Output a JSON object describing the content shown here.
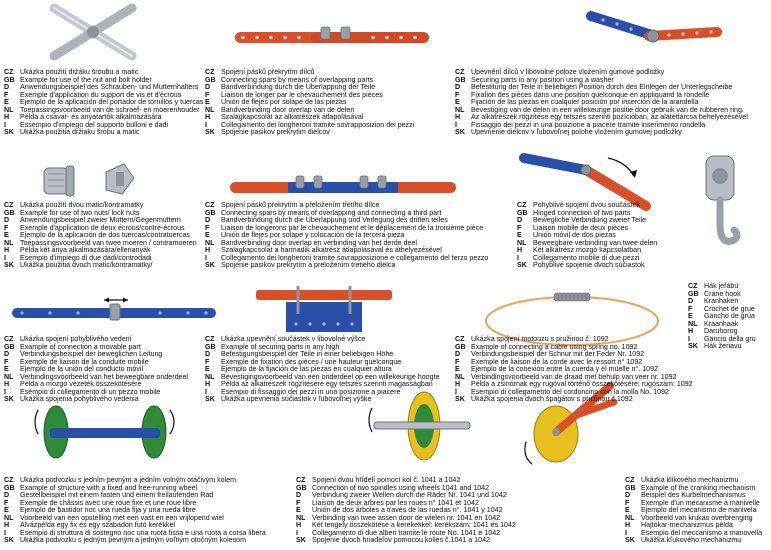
{
  "colors": {
    "red": "#d8502a",
    "blue": "#2a4fa8",
    "silver": "#b8bcc2",
    "yellow": "#e8c020",
    "green": "#2e8b3a",
    "orange": "#f0a060"
  },
  "captions": [
    {
      "rows": [
        {
          "code": "CZ",
          "text": "Ukázka použití držáku šroubu a matic"
        },
        {
          "code": "GB",
          "text": "Example for use of the nut and bolt holder"
        },
        {
          "code": "D",
          "text": "Anwendungsbeispiel des Schrauben- und Mutternhalters"
        },
        {
          "code": "F",
          "text": "Exemple d'application du support de vis et d'écrous"
        },
        {
          "code": "E",
          "text": "Ejemplo de la aplicación del portador de tornillos y tuercas"
        },
        {
          "code": "NL",
          "text": "Toepassingsvoorbeeld van de schroef- en moerenhouder"
        },
        {
          "code": "H",
          "text": "Példa a csavar- és anyatartók alkalmazására"
        },
        {
          "code": "I",
          "text": "Essempio d'impiego del supporto bulloni e dadi"
        },
        {
          "code": "SK",
          "text": "Ukážka použitia držiaku šrobu a matic"
        }
      ]
    },
    {
      "rows": [
        {
          "code": "CZ",
          "text": "Spojení pásků překrytím dílců"
        },
        {
          "code": "GB",
          "text": "Connecting spars by means of overlapping parts"
        },
        {
          "code": "D",
          "text": "Bandverbindung durch die Überlappung der Teile"
        },
        {
          "code": "F",
          "text": "Liaison de longer par le chevauchement des pièces"
        },
        {
          "code": "E",
          "text": "Unión de flejes por solape de las piezas"
        },
        {
          "code": "NL",
          "text": "Bandverbinding door overlap van de delen"
        },
        {
          "code": "H",
          "text": "Szalagkapcsolat az alkatrészek átlapolásával"
        },
        {
          "code": "I",
          "text": "Collegamento dei longheroni tramite sovrapposizion dei pezzi"
        },
        {
          "code": "SK",
          "text": "Spojenie pasikov prekrytim dielcov"
        }
      ]
    },
    {
      "rows": [
        {
          "code": "CZ",
          "text": "Upevnění dílců v libovolné poloze vložením gumové podložky"
        },
        {
          "code": "GB",
          "text": "Securing parts in any position using a washer"
        },
        {
          "code": "D",
          "text": "Befestitung der Teile in beliebigen Position durch des Einlegen der Unterlegscheibe"
        },
        {
          "code": "F",
          "text": "Fixation des pièces dans une position quelconque en appliquand la rondelle"
        },
        {
          "code": "E",
          "text": "Fijación de las piezas en cualquier posición por inserción de la arandella"
        },
        {
          "code": "NL",
          "text": "Bevestiging van de delen in een willekeurige positie door gebruik van de rubberen ring."
        },
        {
          "code": "H",
          "text": "Az alkatrészek rögzítése egy tetszés szerinti pozícióban, az alátéttárcsa behelyezésével"
        },
        {
          "code": "I",
          "text": "Fissaggio dei pezzi in una posizione a piacere tramite inserimento rondella"
        },
        {
          "code": "SK",
          "text": "Upevnenie dielcov v ľubovoľnej polohe vložením gumovej podložky"
        }
      ]
    },
    {
      "rows": [
        {
          "code": "CZ",
          "text": "Ukázka použití dvou matic/kontramatky"
        },
        {
          "code": "GB",
          "text": "Example for use of two nuts/ lock nuts"
        },
        {
          "code": "D",
          "text": "Anwendungsbeispiel zweier Muttern/Gegenmuttern"
        },
        {
          "code": "F",
          "text": "Exemple d'application de deux écrous/contre-écrous"
        },
        {
          "code": "E",
          "text": "Ejemplo de la aplicación de dos tuercas/contratuercas"
        },
        {
          "code": "NL",
          "text": "Toepassingsvoorbeeld van twee moeren / contramoeren"
        },
        {
          "code": "H",
          "text": "Példa két anya alkalmazására/ellenanyák"
        },
        {
          "code": "I",
          "text": "Esempio d'impiego di due dadi/controdadi"
        },
        {
          "code": "SK",
          "text": "Ukážka použitia dvoch matic/kontramatky/"
        }
      ]
    },
    {
      "rows": [
        {
          "code": "CZ",
          "text": "Spojení pásků překrytím a přeložením třetího dílce"
        },
        {
          "code": "GB",
          "text": "Connecting spars by means of overlapping and connecting a third part"
        },
        {
          "code": "D",
          "text": "Bandverbindung durch die Überlappung und Verlegung des dritten teiles"
        },
        {
          "code": "F",
          "text": "Liaison de longerons par le chevauchement et le déplacement de la troisième pièce"
        },
        {
          "code": "E",
          "text": "Unión de flejes por solape y colocación de la tercera pieza"
        },
        {
          "code": "NL",
          "text": "Bandverbinding door overlap en verbinding van het derde deel"
        },
        {
          "code": "H",
          "text": "Szalagkapcsolat a harmadik alkatrész átlapolásával és áthelyezésével"
        },
        {
          "code": "I",
          "text": "Collegamento dei longheroni tramite sovrapposizione e collegamento del terzo pezzo"
        },
        {
          "code": "SK",
          "text": "Spojenie pasikov prekrytím a preložením tretieho dielca"
        }
      ]
    },
    {
      "rows": [
        {
          "code": "CZ",
          "text": "Pohyblivé spojení dvou součástek"
        },
        {
          "code": "GB",
          "text": "Hinged connection of two parts"
        },
        {
          "code": "D",
          "text": "Bewegliche Verbindung zweier Teile"
        },
        {
          "code": "F",
          "text": "Liaison mobile de deux pièces"
        },
        {
          "code": "E",
          "text": "Unión móvil de dos piezas"
        },
        {
          "code": "NL",
          "text": "Beweegbare verbinding van twee delen"
        },
        {
          "code": "H",
          "text": "Két alkatrész mozgó kapcsolatban"
        },
        {
          "code": "I",
          "text": "Collegamento mobile di due pezzi"
        },
        {
          "code": "SK",
          "text": "Pohyblivé spojenie dvoch súčiastok"
        }
      ]
    },
    {
      "rows": [
        {
          "code": "CZ",
          "text": "Hák jeřábu"
        },
        {
          "code": "GB",
          "text": "Crane hook"
        },
        {
          "code": "D",
          "text": "Kranhaken"
        },
        {
          "code": "F",
          "text": "Crochet de grue"
        },
        {
          "code": "E",
          "text": "Gancho de grúa"
        },
        {
          "code": "NL",
          "text": "Kraanhaak"
        },
        {
          "code": "H",
          "text": "Daruhorog"
        },
        {
          "code": "I",
          "text": "Gancio della gru"
        },
        {
          "code": "SK",
          "text": "Hák žeriavu"
        }
      ]
    },
    {
      "rows": [
        {
          "code": "CZ",
          "text": "Ukázka spojení pohyblivého vedení"
        },
        {
          "code": "GB",
          "text": "Example of connection a movable part"
        },
        {
          "code": "D",
          "text": "Verbindungsbeispiel der beweglichen Leitung"
        },
        {
          "code": "F",
          "text": "Exemple de liaison de la conduite mobile"
        },
        {
          "code": "E",
          "text": "Ejemplo de la unión del conducto móvil"
        },
        {
          "code": "NL",
          "text": "Verbindingsvoorbeeld van het beweegbare onderdeel"
        },
        {
          "code": "H",
          "text": "Példa a mozgó vezeték összekötésére"
        },
        {
          "code": "I",
          "text": "Esempio di collegamento di un pezzo mobile"
        },
        {
          "code": "SK",
          "text": "Ukážka spojenia pohyblivého vedenia"
        }
      ]
    },
    {
      "rows": [
        {
          "code": "CZ",
          "text": "Ukázka upevnění součástek v libovolné výšce"
        },
        {
          "code": "GB",
          "text": "Example of securing parts in any high"
        },
        {
          "code": "D",
          "text": "Befestigungsbeispiel der Teile in einer beliebigen Höhe"
        },
        {
          "code": "F",
          "text": "Exemple de fixation des pièces / une hauteur quelconque"
        },
        {
          "code": "E",
          "text": "Ejemplo de la fijación de las piezas en cualquier altura"
        },
        {
          "code": "NL",
          "text": "Bevestigingsvoorbeeld van een onderdeel op een willekeurige hoogte"
        },
        {
          "code": "H",
          "text": "Példa az alkatrészek rögzítésére egy tetszés szerinti magasságban"
        },
        {
          "code": "I",
          "text": "Esempio di fissaggio dei pezzi in una posizione a piacere"
        },
        {
          "code": "SK",
          "text": "Ukážka upevnenia súčiastok v ľubovoľnej výške"
        }
      ]
    },
    {
      "rows": [
        {
          "code": "CZ",
          "text": "Ukázka spojení motouzu s pružinou č. 1092"
        },
        {
          "code": "GB",
          "text": "Example of connecting a cable using spring no. 1092"
        },
        {
          "code": "D",
          "text": "Verbindungsbeispiel der Schnur mit der Feder Nr. 1092"
        },
        {
          "code": "F",
          "text": "Exemple de liaison de la corde avec le ressort n° 1092"
        },
        {
          "code": "E",
          "text": "Ejemplo de la conexión entre la cuerda y el muelle n°. 1092"
        },
        {
          "code": "NL",
          "text": "Verbindingsvoorbeeld van de draad met behulp van veer nr. 1092"
        },
        {
          "code": "H",
          "text": "Példa a zsinórnak egy rugóval történő összekötésére: rugószám: 1092"
        },
        {
          "code": "I",
          "text": "Esempio di collegamento del cordoncino con la molla No. 1092"
        },
        {
          "code": "SK",
          "text": "Ukážka spojenia dvoch špagátov s pružinou č.1092"
        }
      ]
    },
    {
      "rows": [
        {
          "code": "CZ",
          "text": "Ukázka podvozku s jedním pevným a jedním volným otáčivým kolem"
        },
        {
          "code": "GB",
          "text": "Example of structure with a fixed and free-running wheel"
        },
        {
          "code": "D",
          "text": "Gestellbeispiel mit einem fasten und einem freilaufenden Rad"
        },
        {
          "code": "F",
          "text": "Exemple de châssis avec une roue fixe et une roue libre"
        },
        {
          "code": "E",
          "text": "Ejemplo de bastidor noc una rueda fija y una rueda libre"
        },
        {
          "code": "NL",
          "text": "Voorbeeld van een opstelling met een vast en een vrijlopend wiel"
        },
        {
          "code": "H",
          "text": "Alvázpélda egy fix és egy szabadon futó kerékkel"
        },
        {
          "code": "I",
          "text": "Esempio di struttura di sostegno noc una ruota fissa e una ruota a corsa libera"
        },
        {
          "code": "SK",
          "text": "Ukážka podvozku s jedným pevným a jedným voľným otočným kolesom"
        }
      ]
    },
    {
      "rows": [
        {
          "code": "CZ",
          "text": "Spojení dvou hřídelí pomocí kol č. 1041 a 1042"
        },
        {
          "code": "GB",
          "text": "Connection of two spindles using wheels 1041 and 1042"
        },
        {
          "code": "D",
          "text": "Verbindung zweier Wellen durch die Räder Nr. 1041 und 1042"
        },
        {
          "code": "F",
          "text": "Liaison de deux arbres par les roues n° 1041 et 1042"
        },
        {
          "code": "E",
          "text": "Unión de dos árboles a través de las ruedas n°. 1041 y 1042"
        },
        {
          "code": "NL",
          "text": "Verbinding van twee assen door de wielen nr. 1041 en 1042"
        },
        {
          "code": "H",
          "text": "Két tengely összekötése a kerekekkel: kerékszám: 1041 és 1042"
        },
        {
          "code": "I",
          "text": "Collegamento di due alberi tramite le route No. 1041 e 1042"
        },
        {
          "code": "SK",
          "text": "Spojenie dvoch hriadeľov pomocou kolies č.1041 a 1042"
        }
      ]
    },
    {
      "rows": [
        {
          "code": "CZ",
          "text": "Ukázka klikového mechanizmu"
        },
        {
          "code": "GB",
          "text": "Example of the cranking mechanism"
        },
        {
          "code": "D",
          "text": "Beispiel des Kurbelmechanismus"
        },
        {
          "code": "F",
          "text": "Exemple d'un mecanisme à manivelle"
        },
        {
          "code": "E",
          "text": "Ejemplo del mecanismo de manivela"
        },
        {
          "code": "NL",
          "text": "Voorbeeld van krukas overbrenging"
        },
        {
          "code": "H",
          "text": "Hajtókar-mechanizmus példa"
        },
        {
          "code": "I",
          "text": "Esempio del meccanismo a manovella"
        },
        {
          "code": "SK",
          "text": "Ukážka kľukového mechanizmu"
        }
      ]
    }
  ]
}
